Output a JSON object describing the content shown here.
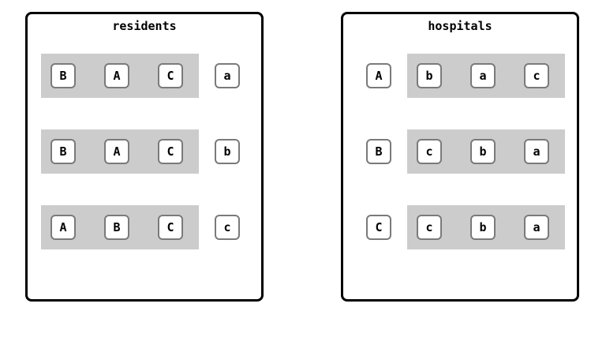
{
  "residents": {
    "title": "residents",
    "rows": [
      {
        "prefs": [
          "B",
          "A",
          "C"
        ],
        "id": "a"
      },
      {
        "prefs": [
          "B",
          "A",
          "C"
        ],
        "id": "b"
      },
      {
        "prefs": [
          "A",
          "B",
          "C"
        ],
        "id": "c"
      }
    ]
  },
  "hospitals": {
    "title": "hospitals",
    "rows": [
      {
        "id": "A",
        "prefs": [
          "b",
          "a",
          "c"
        ]
      },
      {
        "id": "B",
        "prefs": [
          "c",
          "b",
          "a"
        ]
      },
      {
        "id": "C",
        "prefs": [
          "c",
          "b",
          "a"
        ]
      }
    ]
  },
  "colors": {
    "band": "#cccccc",
    "border": "#000000",
    "node_border": "#7a7a7a"
  }
}
